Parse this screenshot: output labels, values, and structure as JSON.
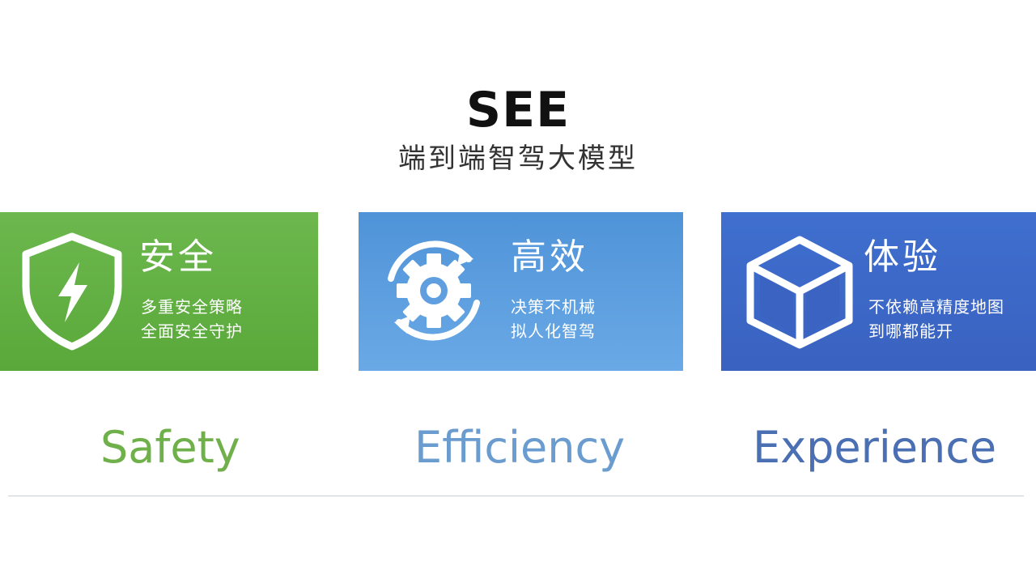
{
  "header": {
    "title": "SEE",
    "subtitle": "端到端智驾大模型"
  },
  "cards": [
    {
      "id": "safety",
      "icon": "shield-lightning-icon",
      "title": "安全",
      "lines": [
        "多重安全策略",
        "全面安全守护"
      ],
      "color": "#63b044",
      "label": "Safety",
      "label_color": "#6fb04a"
    },
    {
      "id": "efficiency",
      "icon": "gear-cycle-icon",
      "title": "高效",
      "lines": [
        "决策不机械",
        "拟人化智驾"
      ],
      "color": "#5b9fe0",
      "label": "Efficiency",
      "label_color": "#6a9ccf"
    },
    {
      "id": "experience",
      "icon": "cube-icon",
      "title": "体验",
      "lines": [
        "不依赖高精度地图",
        "到哪都能开"
      ],
      "color": "#3d68c8",
      "label": "Experience",
      "label_color": "#4a6fb3"
    }
  ]
}
